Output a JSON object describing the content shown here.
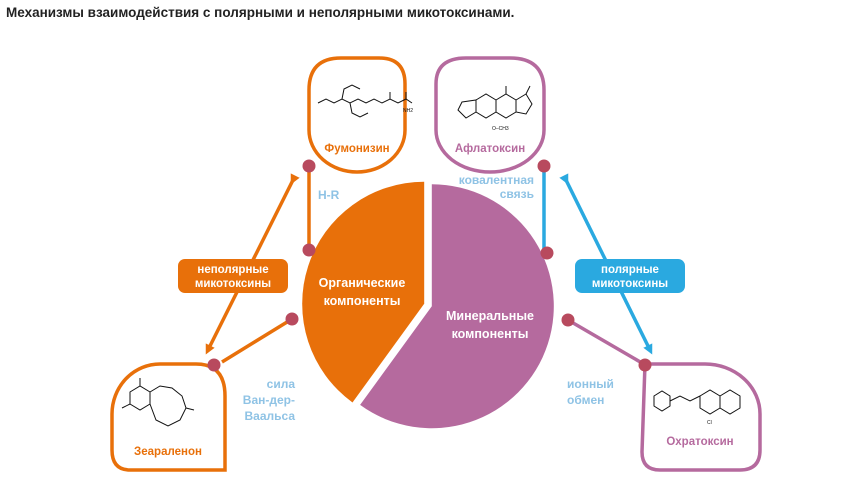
{
  "title": "Механизмы взаимодействия с полярными и неполярными микотоксинами.",
  "colors": {
    "orange": "#e8700a",
    "purple": "#b56a9e",
    "blue": "#2aa9e0",
    "light_blue": "#8fc3e5",
    "node": "#b84a5e"
  },
  "chart_data": {
    "type": "pie",
    "slices": [
      {
        "label": [
          "Органические",
          "компоненты"
        ],
        "value": 40,
        "color": "#e8700a"
      },
      {
        "label": [
          "Минеральные",
          "компоненты"
        ],
        "value": 60,
        "color": "#b56a9e"
      }
    ]
  },
  "toxins": {
    "fumonisin": "Фумонизин",
    "aflatoxin": "Афлатоксин",
    "zearalenone": "Зеараленон",
    "ochratoxin": "Охратоксин"
  },
  "bonds": {
    "hr": "H-R",
    "covalent": [
      "ковалентная",
      "связь"
    ],
    "vdw": [
      "сила",
      "Ван-дер-",
      "Ваальса"
    ],
    "ionic": [
      "ионный",
      "обмен"
    ]
  },
  "badges": {
    "nonpolar": [
      "неполярные",
      "микотоксины"
    ],
    "polar": [
      "полярные",
      "микотоксины"
    ]
  },
  "chem": {
    "och3": "O–CH3",
    "nh2": "NH2",
    "cl": "Cl"
  }
}
